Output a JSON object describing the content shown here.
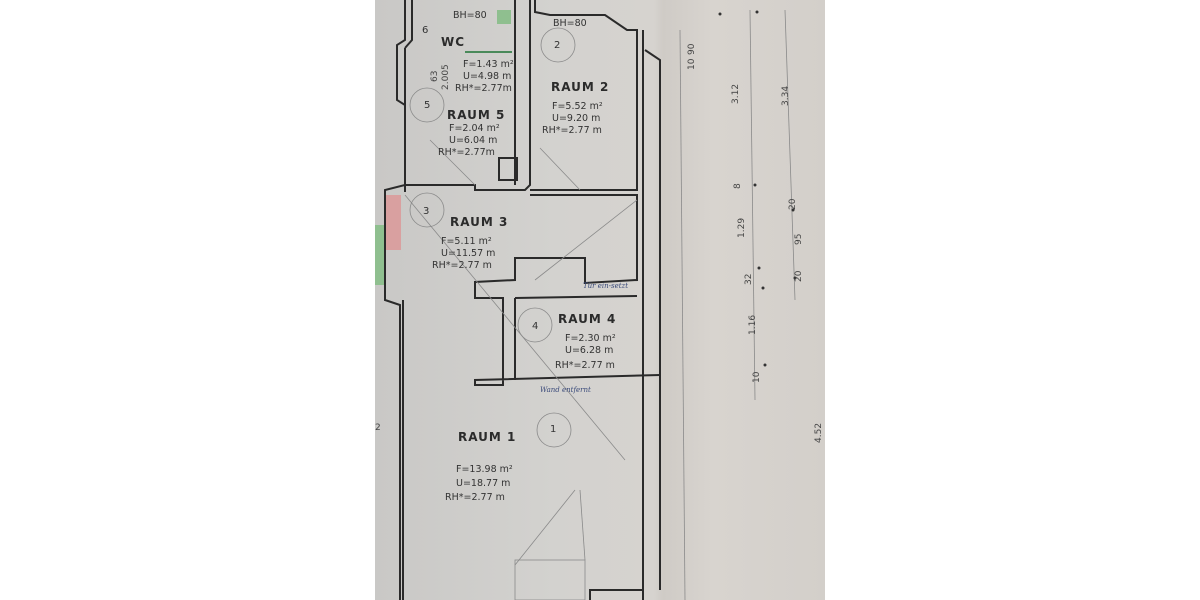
{
  "plan": {
    "rooms": [
      {
        "id": "6",
        "name": "WC",
        "area": "F=1.43 m²",
        "perimeter": "U=4.98 m",
        "height": "RH*=2.77m",
        "extra": [
          "BH=80",
          "63",
          "2.005"
        ]
      },
      {
        "id": "5",
        "name": "RAUM 5",
        "area": "F=2.04 m²",
        "perimeter": "U=6.04 m",
        "height": "RH*=2.77m"
      },
      {
        "id": "2",
        "name": "RAUM 2",
        "area": "F=5.52 m²",
        "perimeter": "U=9.20 m",
        "height": "RH*=2.77 m",
        "extra": [
          "BH=80"
        ]
      },
      {
        "id": "3",
        "name": "RAUM 3",
        "area": "F=5.11 m²",
        "perimeter": "U=11.57 m",
        "height": "RH*=2.77 m"
      },
      {
        "id": "4",
        "name": "RAUM 4",
        "area": "F=2.30 m²",
        "perimeter": "U=6.28 m",
        "height": "RH*=2.77 m"
      },
      {
        "id": "1",
        "name": "RAUM 1",
        "area": "F=13.98 m²",
        "perimeter": "U=18.77 m",
        "height": "RH*=2.77 m"
      }
    ],
    "handwritten": [
      "Tür ein-setzt",
      "Wand entfernt"
    ],
    "dimensions": [
      "10",
      "90",
      "3.12",
      "3.34",
      "8",
      "20",
      "1.29",
      "95",
      "32",
      "20",
      "1.16",
      "10",
      "4.52",
      "2"
    ]
  },
  "colors": {
    "paper": "#d3d2cf",
    "lines": "#2a2a2a",
    "tile_green": "#8fbf8f",
    "tile_pink": "#d9a0a0",
    "ink_blue": "#3a4a7a"
  }
}
